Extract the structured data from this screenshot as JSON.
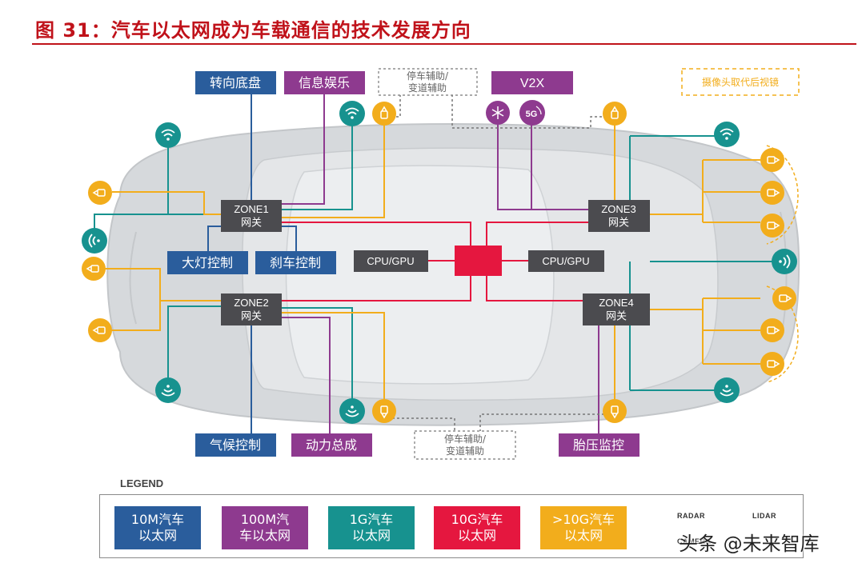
{
  "title": "图 31：汽车以太网成为车载通信的技术发展方向",
  "colors": {
    "blue": "#2a5d9c",
    "purple": "#8e3a8f",
    "teal": "#17928f",
    "red": "#e5173f",
    "orange": "#f2ad1c",
    "gateway": "#4b4b4f",
    "car": "#d3d6d9"
  },
  "boxes": {
    "steering": "转向底盘",
    "infotainment": "信息娱乐",
    "v2x": "V2X",
    "parking_top": "停车辅助/\n变道辅助",
    "camera_mirror": "摄像头取代后视镜",
    "zone1": "ZONE1\n网关",
    "zone2": "ZONE2\n网关",
    "zone3": "ZONE3\n网关",
    "zone4": "ZONE4\n网关",
    "cpu_left": "CPU/GPU",
    "cpu_right": "CPU/GPU",
    "headlight": "大灯控制",
    "brake": "刹车控制",
    "climate": "气候控制",
    "powertrain": "动力总成",
    "parking_bottom": "停车辅助/\n变道辅助",
    "tire": "胎压监控"
  },
  "icons": {
    "five_g": "5G"
  },
  "legend": {
    "title": "LEGEND",
    "items": [
      "10M汽车\n以太网",
      "100M汽\n车以太网",
      "1G汽车\n以太网",
      "10G汽车\n以太网",
      ">10G汽车\n以太网"
    ],
    "radar": "RADAR",
    "lidar": "LIDAR",
    "camera": "CAMERA"
  },
  "watermark": "头条 @未来智库"
}
